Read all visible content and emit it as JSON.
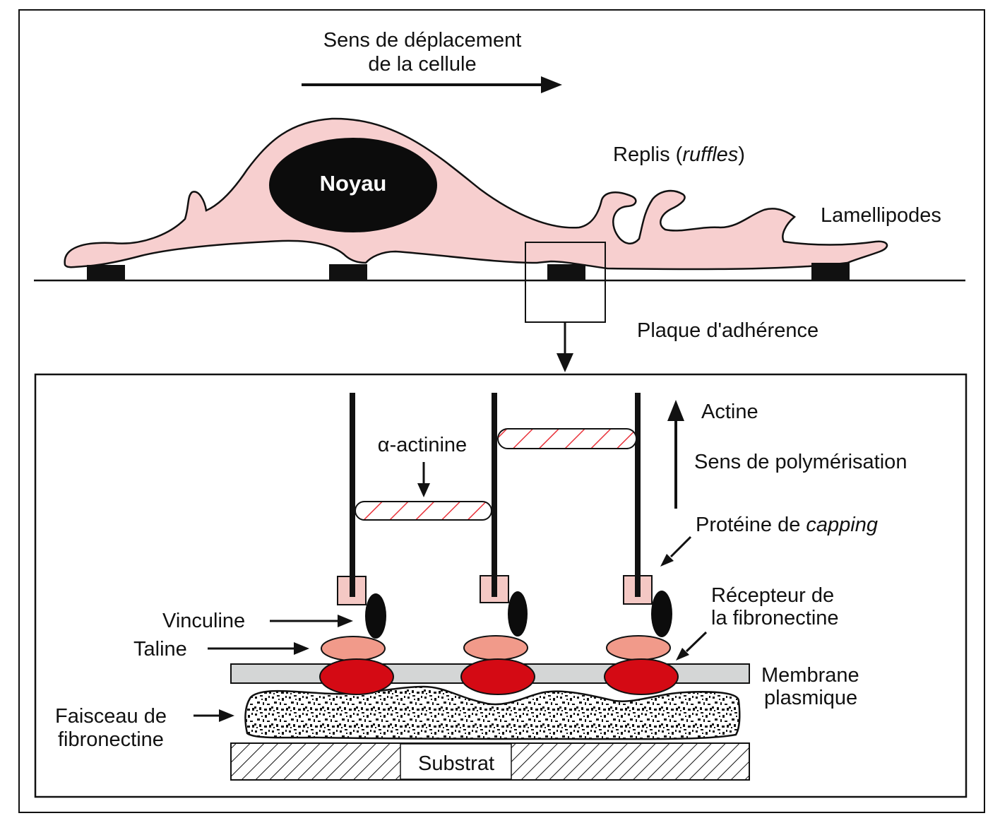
{
  "title_line1": "Sens de déplacement",
  "title_line2": "de la cellule",
  "nucleus_label": "Noyau",
  "ruffles_label_prefix": "Replis (",
  "ruffles_label_italic": "ruffles",
  "ruffles_label_suffix": ")",
  "lamellipodia_label": "Lamellipodes",
  "adhesion_plaque_label": "Plaque d'adhérence",
  "actin_label": "Actine",
  "polymerization_label": "Sens de polymérisation",
  "alpha_actinin_label": "α-actinine",
  "capping_label_prefix": "Protéine de ",
  "capping_label_italic": "capping",
  "receptor_label_line1": "Récepteur de",
  "receptor_label_line2": "la fibronectine",
  "vinculin_label": "Vinculine",
  "talin_label": "Taline",
  "membrane_label_line1": "Membrane",
  "membrane_label_line2": "plasmique",
  "fibronectin_bundle_line1": "Faisceau de",
  "fibronectin_bundle_line2": "fibronectine",
  "substrate_label": "Substrat",
  "colors": {
    "cell_body": "#f7cfcf",
    "talin": "#f19a8a",
    "receptor": "#d40a14",
    "membrane": "#d4d6d6",
    "capping_box": "#f4c8c4",
    "actinin_stripe": "#e8323a",
    "outline": "#111111"
  }
}
